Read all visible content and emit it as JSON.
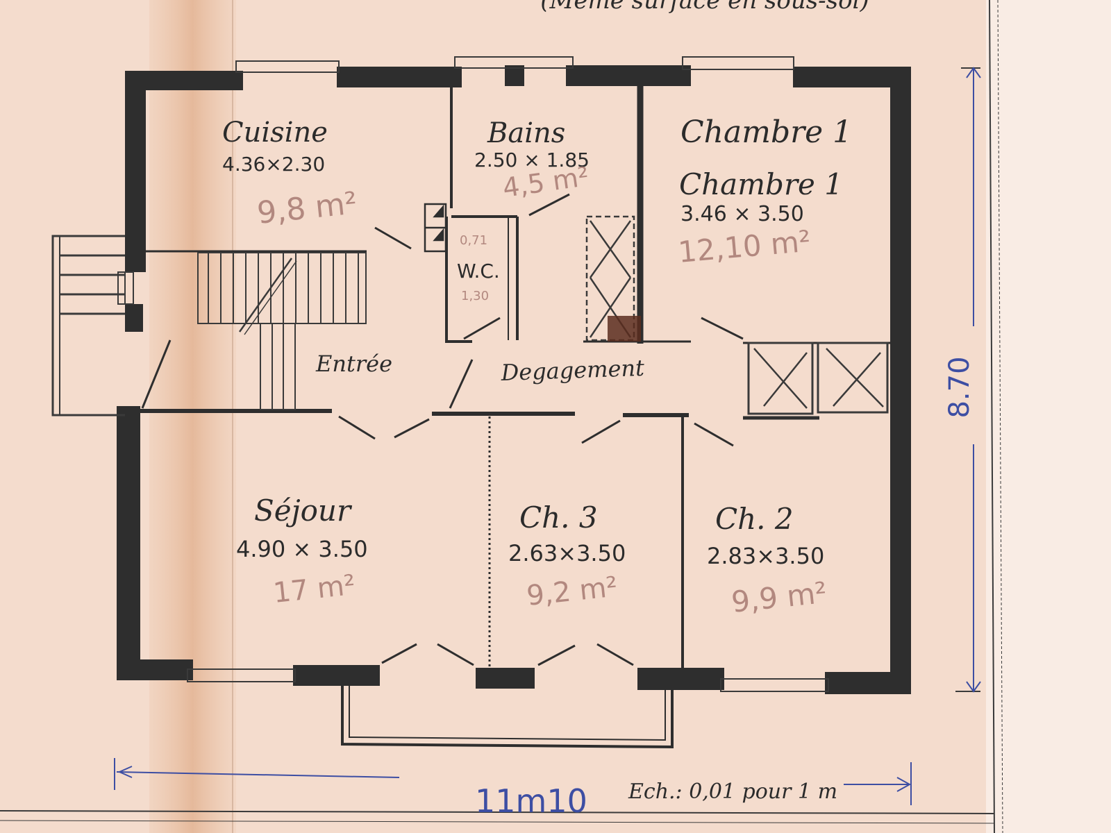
{
  "header_note": "(Même surface en sous-sol)",
  "rooms": {
    "cuisine": {
      "name": "Cuisine",
      "dims": "4.36×2.30",
      "area": "9,8 m²"
    },
    "bains": {
      "name": "Bains",
      "dims": "2.50 × 1.85",
      "area": "4,5 m²"
    },
    "chambre1": {
      "title": "Chambre 1",
      "name": "Chambre 1",
      "dims": "3.46 × 3.50",
      "area": "12,10 m²"
    },
    "wc": {
      "name": "W.C.",
      "dim_a": "0,71",
      "dim_b": "1,30"
    },
    "entree": {
      "name": "Entrée"
    },
    "degagement": {
      "name": "Degagement"
    },
    "sejour": {
      "name": "Séjour",
      "dims": "4.90 × 3.50",
      "area": "17 m²"
    },
    "ch3": {
      "name": "Ch. 3",
      "dims": "2.63×3.50",
      "area": "9,2 m²"
    },
    "ch2": {
      "name": "Ch. 2",
      "dims": "2.83×3.50",
      "area": "9,9 m²"
    }
  },
  "dimensions": {
    "width": "11m10",
    "height": "8.70",
    "scale": "Ech.: 0,01 pour 1 m"
  },
  "colors": {
    "paper": "#f4dccd",
    "wall": "#2e2e2e",
    "thin_line": "#3a3a3a",
    "pencil": "#a77a72",
    "ink_blue": "#3d4ea3",
    "stain": "#e2b08d"
  }
}
